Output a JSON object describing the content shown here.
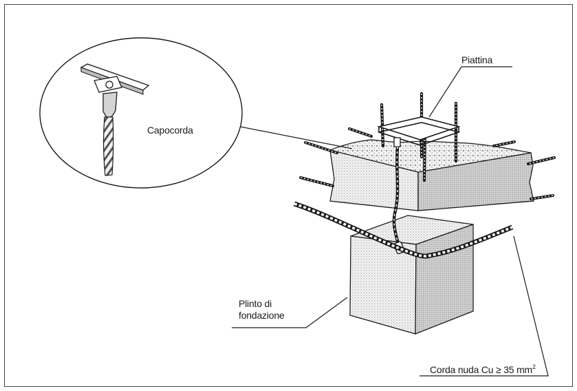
{
  "labels": {
    "piattina": "Piattina",
    "capocorda": "Capocorda",
    "plinto_line1": "Plinto di",
    "plinto_line2": "fondazione",
    "corda_text": "Corda nuda Cu ≥ 35 mm",
    "corda_superscript": "2"
  },
  "colors": {
    "ink": "#1a1a1a",
    "concrete_fill": "#e2e2e2",
    "aggregate_fill": "#efefef",
    "background": "#ffffff"
  }
}
